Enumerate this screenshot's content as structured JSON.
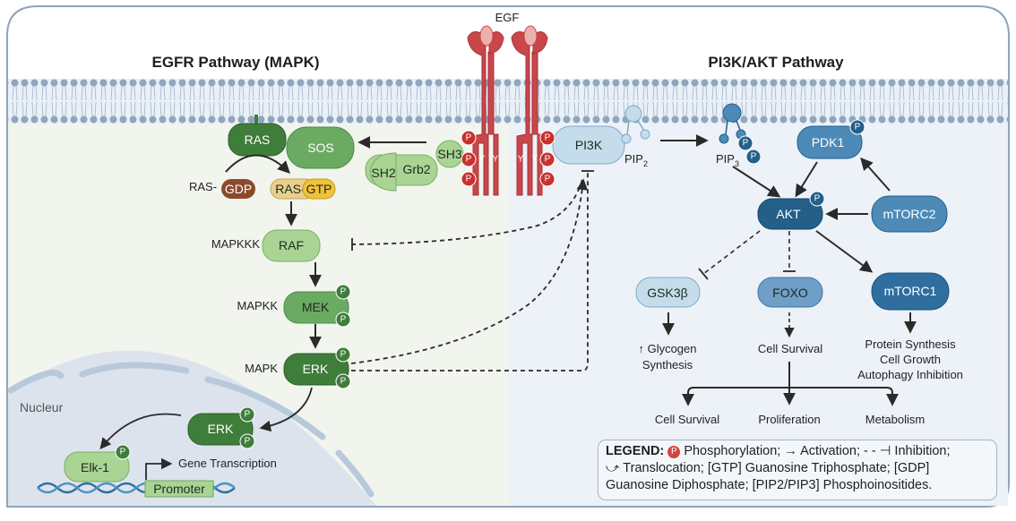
{
  "titles": {
    "left": "EGFR Pathway (MAPK)",
    "right": "PI3K/AKT Pathway"
  },
  "ligand": "EGF",
  "receptor": {
    "phospho_label": "P",
    "tyrosine_label": "Y"
  },
  "egfr_side": {
    "ras": "RAS",
    "sos": "SOS",
    "grb2": "Grb2",
    "sh2": "SH2",
    "sh3": "SH3",
    "ras_gdp_prefix": "RAS-",
    "gdp": "GDP",
    "ras_gtp_prefix": "RAS-",
    "gtp": "GTP",
    "cascade": [
      {
        "level": "MAPKKK",
        "kinase": "RAF"
      },
      {
        "level": "MAPKK",
        "kinase": "MEK"
      },
      {
        "level": "MAPK",
        "kinase": "ERK"
      }
    ]
  },
  "nucleus": {
    "label": "Nucleur",
    "erk": "ERK",
    "elk1": "Elk-1",
    "gene_transcription": "Gene Transcription",
    "promoter": "Promoter"
  },
  "pi3k_side": {
    "pi3k": "PI3K",
    "pip2": "PIP",
    "pip2_sub": "2",
    "pip3": "PIP",
    "pip3_sub": "3",
    "pdk1": "PDK1",
    "akt": "AKT",
    "mtorc2": "mTORC2",
    "gsk3b": "GSK3β",
    "foxo": "FOXO",
    "mtorc1": "mTORC1",
    "gsk_outcome": [
      "↑ Glycogen",
      "Synthesis"
    ],
    "foxo_outcome": "Cell Survival",
    "mtorc1_outcome": [
      "Protein Synthesis",
      "Cell Growth",
      "Autophagy Inhibition"
    ],
    "final_outcomes": [
      "Cell Survival",
      "Proliferation",
      "Metabolism"
    ]
  },
  "legend": {
    "heading": "LEGEND:",
    "p_badge": "P",
    "phosphorylation": "Phosphorylation;",
    "activation_symbol": "→",
    "activation": "Activation;",
    "inhibition_symbol": "- - ⊣",
    "inhibition": "Inhibition;",
    "translocation_symbol": "⤻",
    "translocation": "Translocation;",
    "gtp": "[GTP] Guanosine Triphosphate;",
    "gdp": "[GDP]",
    "gdp_def": "Guanosine Diphosphate;",
    "pip": "[PIP2/PIP3] Phosphoinositides."
  },
  "colors": {
    "receptor": "#c9464b",
    "phospho": "#c8312d",
    "green_dark": "#3f7d3a",
    "green_mid": "#6aaa62",
    "green_light": "#a9d494",
    "blue_dark": "#245f89",
    "blue_mid": "#4d8ab8",
    "blue_light": "#c5dceb",
    "gdp": "#8c4a2c",
    "gtp": "#f0c23a",
    "membrane": "#8fa6bd"
  }
}
